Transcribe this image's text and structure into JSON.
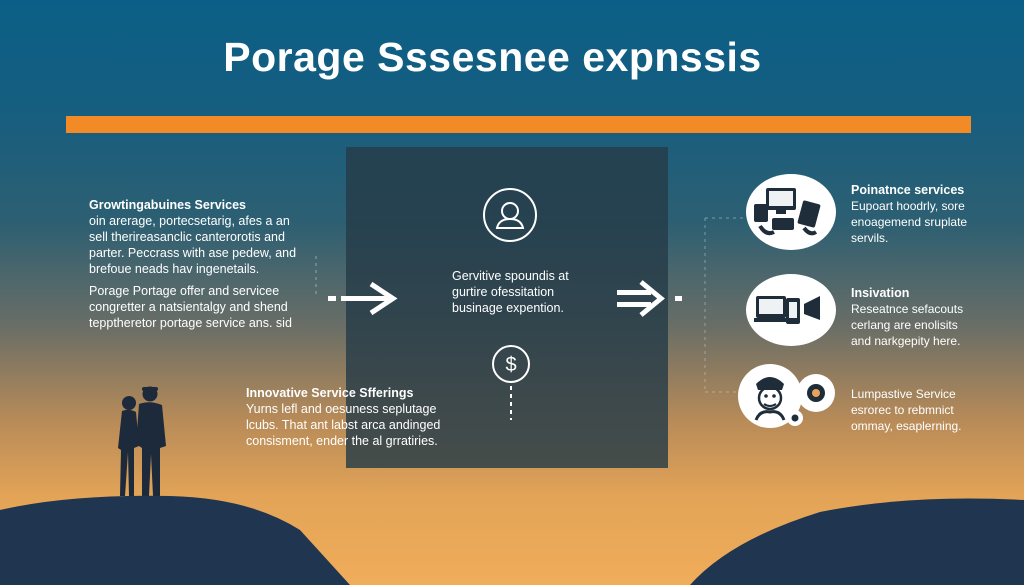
{
  "title": "Porage Sssesnee expnssis",
  "colors": {
    "orange_bar": "#f28b25",
    "panel": "#263c48",
    "hill": "#1f3550"
  },
  "left": {
    "block1": {
      "heading": "Growtingabuines Services",
      "lines": [
        "oin arerage, portecsetarig, afes a an",
        "sell therireasanclic canterorotis and",
        "parter. Peccrass with ase pedew, and",
        "brefoue neads hav ingenetails."
      ]
    },
    "block2": {
      "lines": [
        "Porage Portage offer and servicee",
        "congretter a natsientalgy and shend",
        "tepptheretor portage service ans. sid"
      ]
    },
    "block3": {
      "heading": "Innovative Service Sfferings",
      "lines": [
        "Yurns lefl and oesuness seplutage",
        "lcubs. That ant labst arca andinged",
        "consisment, ender the al grratiries."
      ]
    }
  },
  "center": {
    "lines": [
      "Gervitive spoundis at",
      "gurtire ofessitation",
      "businage expention."
    ],
    "icons": [
      "user-icon",
      "dollar-icon"
    ]
  },
  "right": {
    "item1": {
      "heading": "Poinatnce services",
      "lines": [
        "Eupoart hoodrly, sore",
        "enoagemend sruplate",
        "servils."
      ],
      "icon": "devices-icon"
    },
    "item2": {
      "heading": "Insivation",
      "lines": [
        "Reseatnce sefacouts",
        "cerlang are enolisits",
        "and narkgepity here."
      ],
      "icon": "tablet-phone-icon"
    },
    "item3": {
      "lines": [
        "Lumpastive Service",
        "esrorec to rebmnict",
        "ommay, esaplerning."
      ],
      "icon": "portrait-icon"
    }
  }
}
